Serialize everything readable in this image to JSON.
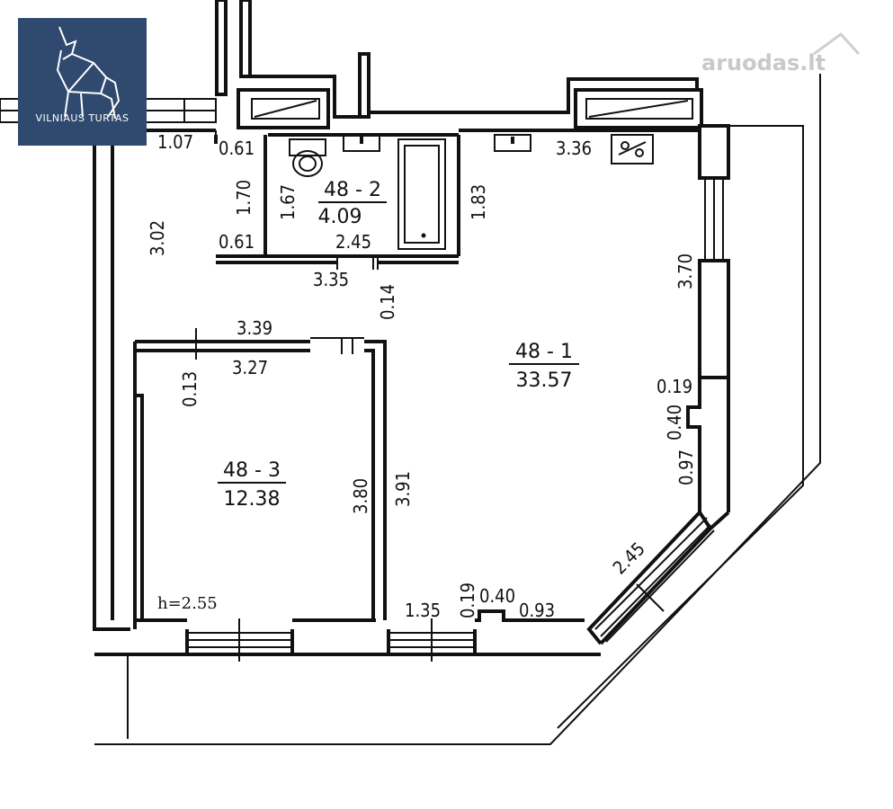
{
  "logo": {
    "text": "VILNIAUS TURTAS",
    "color": "#2f4a6e"
  },
  "watermark": {
    "text": "aruodas.lt"
  },
  "rooms": [
    {
      "id": "48 - 1",
      "area": "33.57"
    },
    {
      "id": "48 - 2",
      "area": "4.09"
    },
    {
      "id": "48 - 3",
      "area": "12.38"
    }
  ],
  "height_label": "h=2.55",
  "dimensions": {
    "d107": "1.07",
    "d061a": "0.61",
    "d170": "1.70",
    "d061b": "0.61",
    "d167": "1.67",
    "d245a": "2.45",
    "d183": "1.83",
    "d336": "3.36",
    "d302": "3.02",
    "d335": "3.35",
    "d014": "0.14",
    "d370": "3.70",
    "d339": "3.39",
    "d327": "3.27",
    "d013": "0.13",
    "d019a": "0.19",
    "d040a": "0.40",
    "d097": "0.97",
    "d380": "3.80",
    "d391": "3.91",
    "d245b": "2.45",
    "d135": "1.35",
    "d019b": "0.19",
    "d040b": "0.40",
    "d093": "0.93"
  }
}
